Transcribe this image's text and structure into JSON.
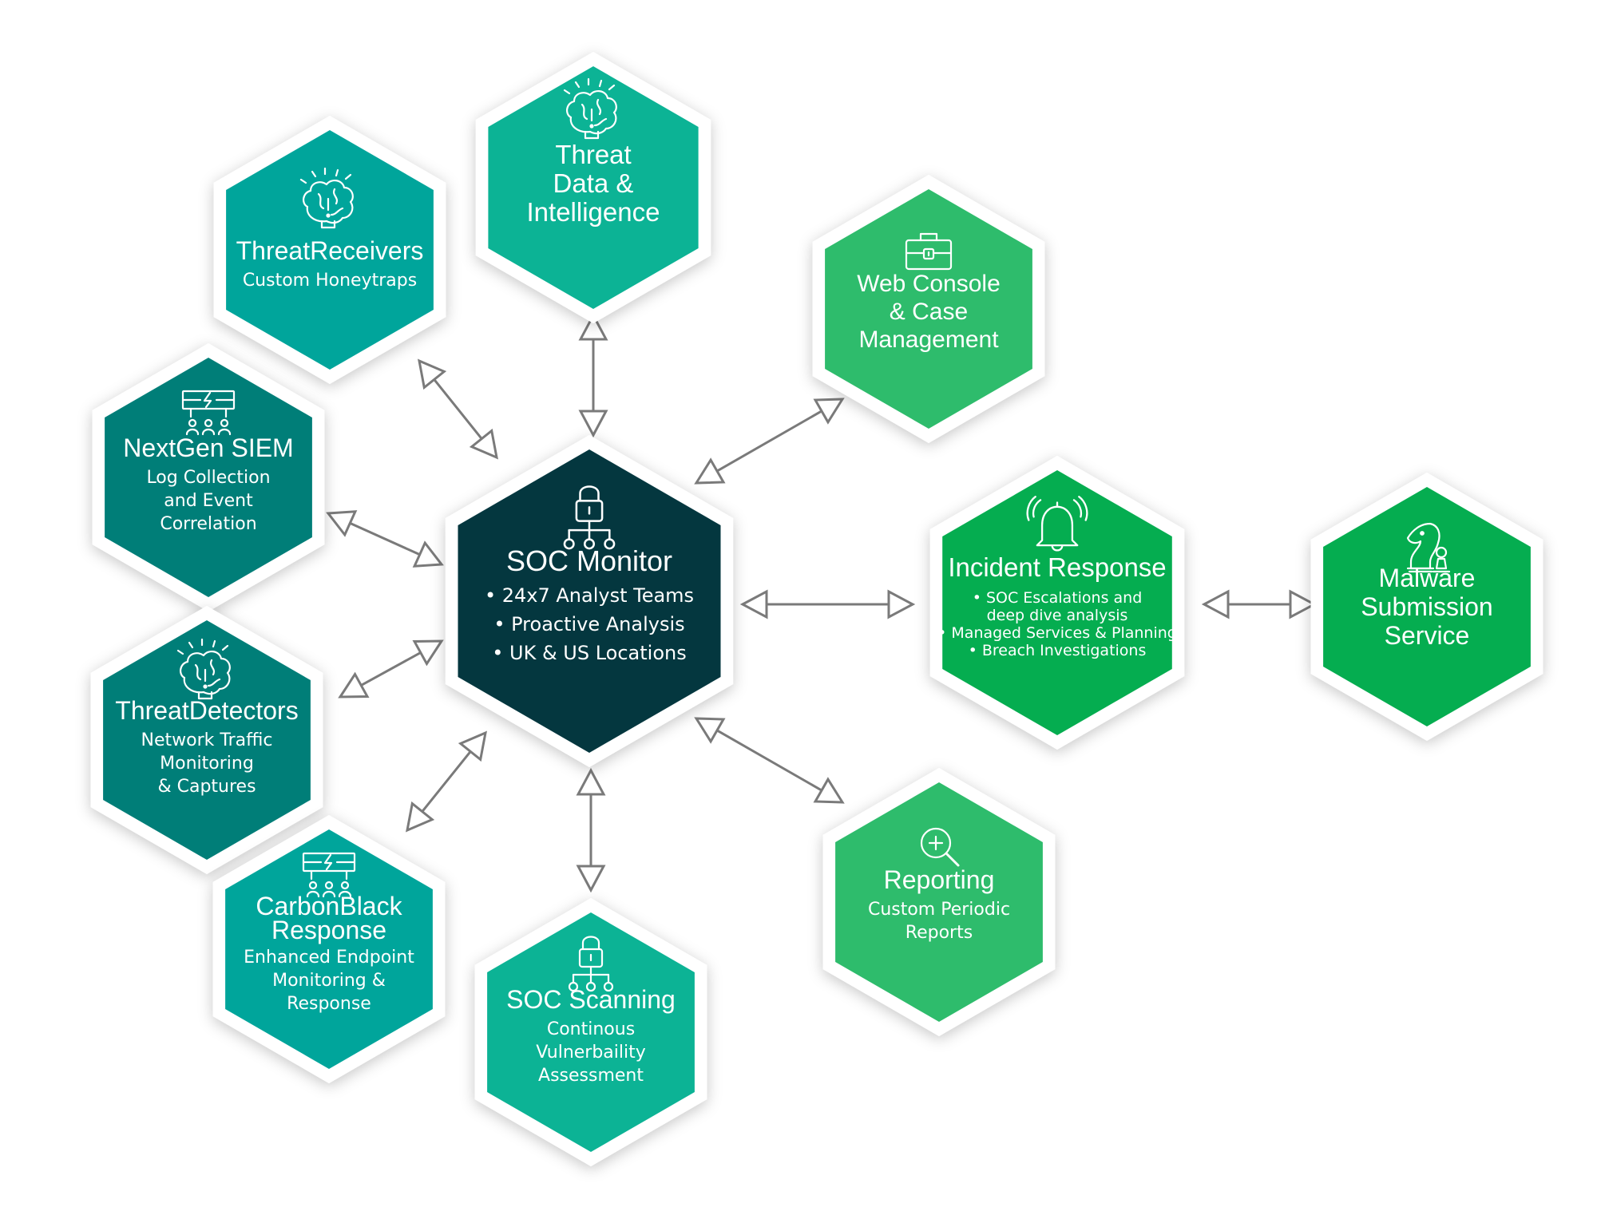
{
  "colors": {
    "background": "#ffffff",
    "arrow_stroke": "#7a7a7a",
    "hex_frame": "#ffffff",
    "soc_dark": "#04373f",
    "teal_dark": "#007e78",
    "teal_mid": "#00a59b",
    "teal_light": "#0cb395",
    "green_light": "#2ebc6c",
    "green_bright": "#05ad50"
  },
  "nodes": {
    "soc_monitor": {
      "icon": "lock-network-icon",
      "color": "#04373f",
      "title": [
        "SOC Monitor"
      ],
      "sub": [
        "• 24x7 Analyst Teams",
        "• Proactive Analysis",
        "• UK & US Locations"
      ]
    },
    "threat_intel": {
      "icon": "brain-idea-icon",
      "color": "#0cb395",
      "title": [
        "Threat",
        "Data &",
        "Intelligence"
      ],
      "sub": []
    },
    "threat_receivers": {
      "icon": "brain-idea-icon",
      "color": "#00a59b",
      "title": [
        "ThreatReceivers"
      ],
      "sub": [
        "Custom Honeytraps"
      ]
    },
    "nextgen_siem": {
      "icon": "siem-network-icon",
      "color": "#007e78",
      "title": [
        "NextGen SIEM"
      ],
      "sub": [
        "Log Collection",
        "and Event",
        "Correlation"
      ]
    },
    "threat_detectors": {
      "icon": "brain-idea-icon",
      "color": "#007e78",
      "title": [
        "ThreatDetectors"
      ],
      "sub": [
        "Network Traffic",
        "Monitoring",
        "& Captures"
      ]
    },
    "carbonblack": {
      "icon": "siem-network-icon",
      "color": "#00a59b",
      "title": [
        "CarbonBlack",
        "Response"
      ],
      "sub": [
        "Enhanced Endpoint",
        "Monitoring &",
        "Response"
      ]
    },
    "soc_scanning": {
      "icon": "lock-network-icon",
      "color": "#0cb395",
      "title": [
        "SOC Scanning"
      ],
      "sub": [
        "Continous",
        "Vulnerbaility",
        "Assessment"
      ]
    },
    "reporting": {
      "icon": "magnifier-plus-icon",
      "color": "#2ebc6c",
      "title": [
        "Reporting"
      ],
      "sub": [
        "Custom Periodic",
        "Reports"
      ]
    },
    "web_console": {
      "icon": "briefcase-lock-icon",
      "color": "#2ebc6c",
      "title": [
        "Web Console",
        "& Case",
        "Management"
      ],
      "sub": []
    },
    "incident_response": {
      "icon": "alarm-bell-icon",
      "color": "#05ad50",
      "title": [
        "Incident Response"
      ],
      "sub": [
        "• SOC Escalations and",
        "deep dive analysis",
        "• Managed Services & Planning",
        "• Breach Investigations"
      ]
    },
    "malware": {
      "icon": "chess-knight-icon",
      "color": "#05ad50",
      "title": [
        "Malware",
        "Submission",
        "Service"
      ],
      "sub": []
    }
  },
  "links": [
    [
      "soc_monitor",
      "threat_intel"
    ],
    [
      "soc_monitor",
      "threat_receivers"
    ],
    [
      "soc_monitor",
      "nextgen_siem"
    ],
    [
      "soc_monitor",
      "threat_detectors"
    ],
    [
      "soc_monitor",
      "carbonblack"
    ],
    [
      "soc_monitor",
      "soc_scanning"
    ],
    [
      "soc_monitor",
      "reporting"
    ],
    [
      "soc_monitor",
      "web_console"
    ],
    [
      "soc_monitor",
      "incident_response"
    ],
    [
      "incident_response",
      "malware"
    ]
  ]
}
